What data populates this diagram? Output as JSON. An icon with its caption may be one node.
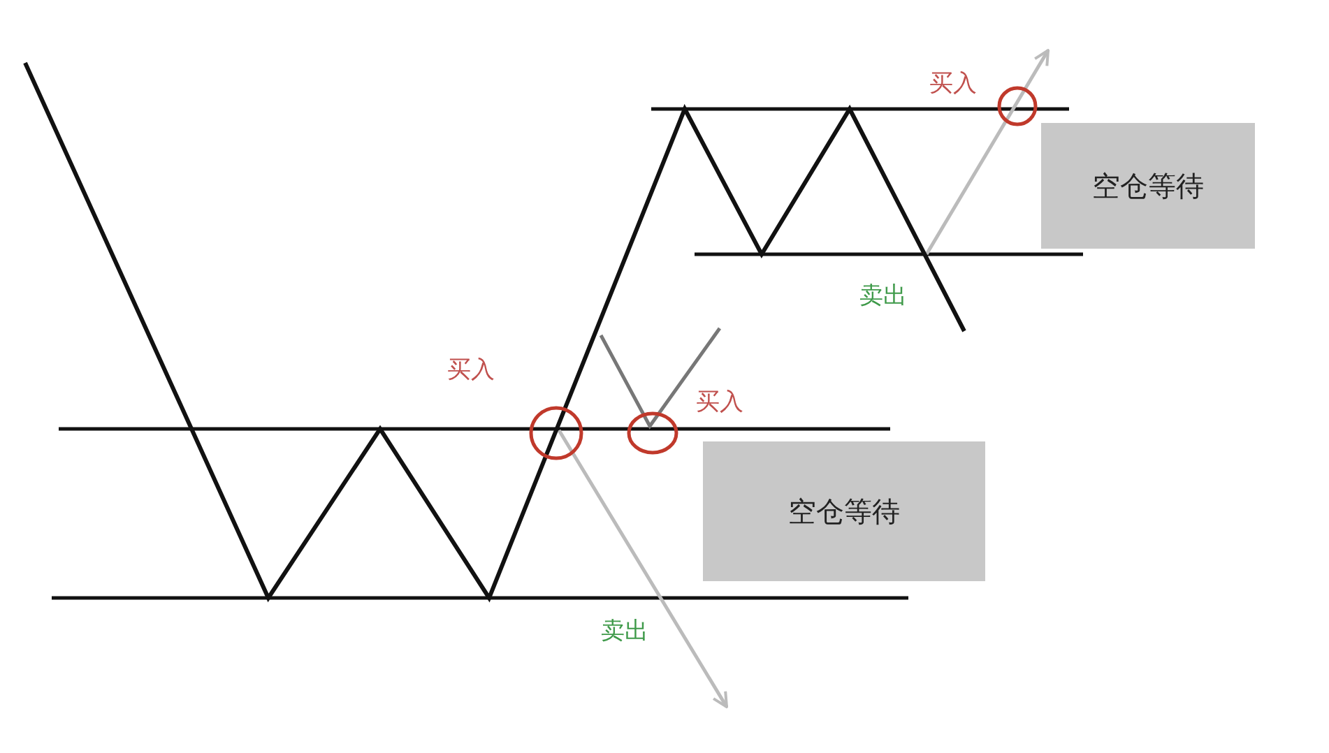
{
  "diagram": {
    "nodes": [
      {
        "text": [
          "空仓等待"
        ]
      },
      {
        "text": [
          "空仓等待"
        ]
      }
    ],
    "labels": [
      "买入",
      "卖出",
      "买入",
      "买入",
      "卖出"
    ]
  }
}
